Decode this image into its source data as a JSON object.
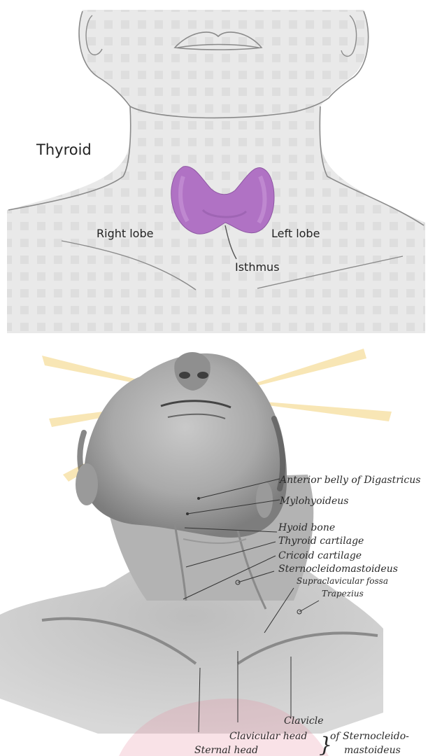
{
  "thyroid_diagram": {
    "title": "Thyroid",
    "labels": {
      "right_lobe": "Right lobe",
      "left_lobe": "Left lobe",
      "isthmus": "Isthmus"
    },
    "colors": {
      "background": "#e9e9e9",
      "thyroid_gland": "#b072c4",
      "outline": "#8a8a8a"
    }
  },
  "neck_anatomy": {
    "labels": {
      "anterior_belly": "Anterior belly of Digastricus",
      "mylohyoideus": "Mylohyoideus",
      "hyoid_bone": "Hyoid bone",
      "thyroid_cartilage": "Thyroid cartilage",
      "cricoid_cartilage": "Cricoid cartilage",
      "sternocleidomastoideus": "Sternocleidomastoideus",
      "supraclavicular_fossa": "Supraclavicular fossa",
      "trapezius": "Trapezius",
      "clavicle": "Clavicle",
      "clavicular_head": "Clavicular head",
      "sternal_head": "Sternal head",
      "of_sterno_line1": "of Sternocleido-",
      "of_sterno_line2": "mastoideus",
      "brace": "}"
    }
  },
  "watermark": {
    "colors": {
      "rays": "#f3d27a",
      "seal": "#e88aa0"
    }
  }
}
